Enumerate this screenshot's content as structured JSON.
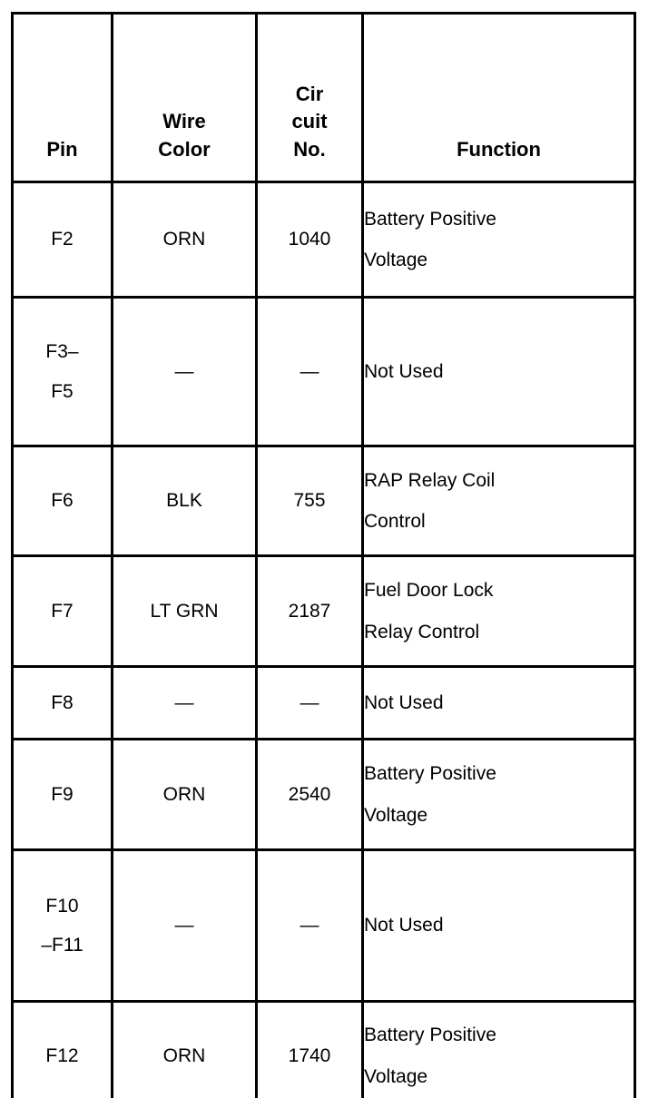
{
  "table": {
    "headers": {
      "pin": {
        "lines": [
          "Pin"
        ]
      },
      "wire_color": {
        "lines": [
          "Wire",
          "Color"
        ]
      },
      "circuit_no": {
        "lines": [
          "Cir",
          "cuit",
          "No."
        ]
      },
      "function": {
        "lines": [
          "Function"
        ]
      }
    },
    "rows": [
      {
        "pin_lines": [
          "F2"
        ],
        "wire_color_lines": [
          "ORN"
        ],
        "circuit_no_lines": [
          "1040"
        ],
        "function_lines": [
          "Battery Positive",
          "Voltage"
        ]
      },
      {
        "pin_lines": [
          "F3–",
          "F5"
        ],
        "wire_color_lines": [
          "—"
        ],
        "circuit_no_lines": [
          "—"
        ],
        "function_lines": [
          "Not Used"
        ]
      },
      {
        "pin_lines": [
          "F6"
        ],
        "wire_color_lines": [
          "BLK"
        ],
        "circuit_no_lines": [
          "755"
        ],
        "function_lines": [
          "RAP Relay Coil",
          "Control"
        ]
      },
      {
        "pin_lines": [
          "F7"
        ],
        "wire_color_lines": [
          "LT GRN"
        ],
        "circuit_no_lines": [
          "2187"
        ],
        "function_lines": [
          "Fuel Door Lock",
          "Relay Control"
        ]
      },
      {
        "pin_lines": [
          "F8"
        ],
        "wire_color_lines": [
          "—"
        ],
        "circuit_no_lines": [
          "—"
        ],
        "function_lines": [
          "Not Used"
        ]
      },
      {
        "pin_lines": [
          "F9"
        ],
        "wire_color_lines": [
          "ORN"
        ],
        "circuit_no_lines": [
          "2540"
        ],
        "function_lines": [
          "Battery Positive",
          "Voltage"
        ]
      },
      {
        "pin_lines": [
          "F10",
          "–F11"
        ],
        "wire_color_lines": [
          "—"
        ],
        "circuit_no_lines": [
          "—"
        ],
        "function_lines": [
          "Not Used"
        ]
      },
      {
        "pin_lines": [
          "F12"
        ],
        "wire_color_lines": [
          "ORN"
        ],
        "circuit_no_lines": [
          "1740"
        ],
        "function_lines": [
          "Battery Positive",
          "Voltage"
        ]
      }
    ]
  },
  "colors": {
    "border": "#000000",
    "text": "#000000",
    "background": "#ffffff"
  }
}
